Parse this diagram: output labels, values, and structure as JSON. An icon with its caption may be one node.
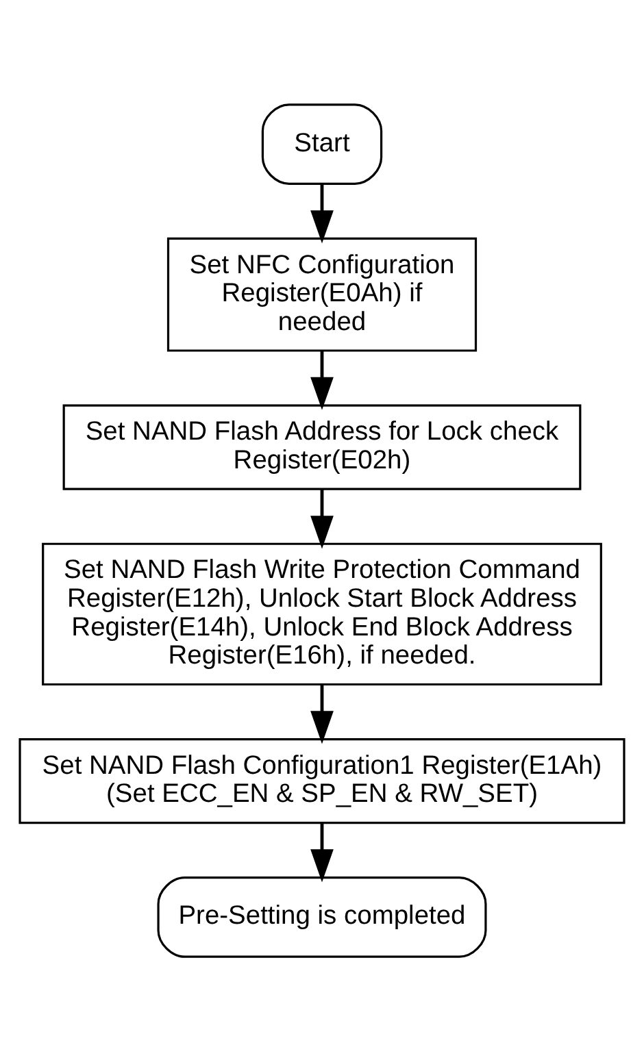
{
  "diagram": {
    "nodes": [
      {
        "text": [
          "Start"
        ]
      },
      {
        "text": [
          "Set NFC Configuration Register(E0Ah) if needed"
        ]
      },
      {
        "text": [
          "Set NAND Flash Address for Lock check Register(E02h)"
        ]
      },
      {
        "text": [
          "Set NAND Flash Write Protection Command Register(E12h), Unlock Start Block Address Register(E14h), Unlock End Block Address Register(E16h), if needed."
        ]
      },
      {
        "text": [
          "Set NAND Flash Configuration1 Register(E1Ah) (Set ECC_EN & SP_EN & RW_SET)"
        ]
      },
      {
        "text": [
          "Pre-Setting is completed"
        ]
      }
    ],
    "edges": [
      {
        "from": 0,
        "to": 1,
        "arrow": "to"
      },
      {
        "from": 1,
        "to": 2,
        "arrow": "to"
      },
      {
        "from": 2,
        "to": 3,
        "arrow": "to"
      },
      {
        "from": 3,
        "to": 4,
        "arrow": "to"
      },
      {
        "from": 4,
        "to": 5,
        "arrow": "to"
      }
    ]
  }
}
